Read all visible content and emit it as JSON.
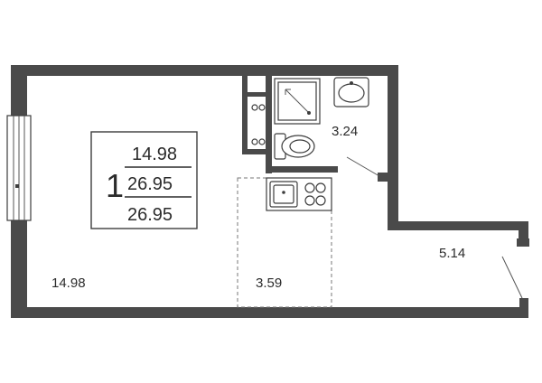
{
  "floor_plan": {
    "legend": {
      "rooms_count": "1",
      "living_area": "14.98",
      "total_area": "26.95",
      "total_area_with_balcony": "26.95"
    },
    "rooms": {
      "living_room": "14.98",
      "bathroom": "3.24",
      "kitchen": "3.59",
      "balcony": "5.14"
    }
  },
  "colors": {
    "wall": "#4a4a4a",
    "line": "#3d3d3d",
    "text": "#2b2b2b"
  },
  "icons": [
    "window-icon",
    "shower-icon",
    "sink-icon",
    "toilet-icon",
    "washer-icon",
    "kitchen-sink-icon",
    "stove-icon",
    "door-swing-icon"
  ]
}
